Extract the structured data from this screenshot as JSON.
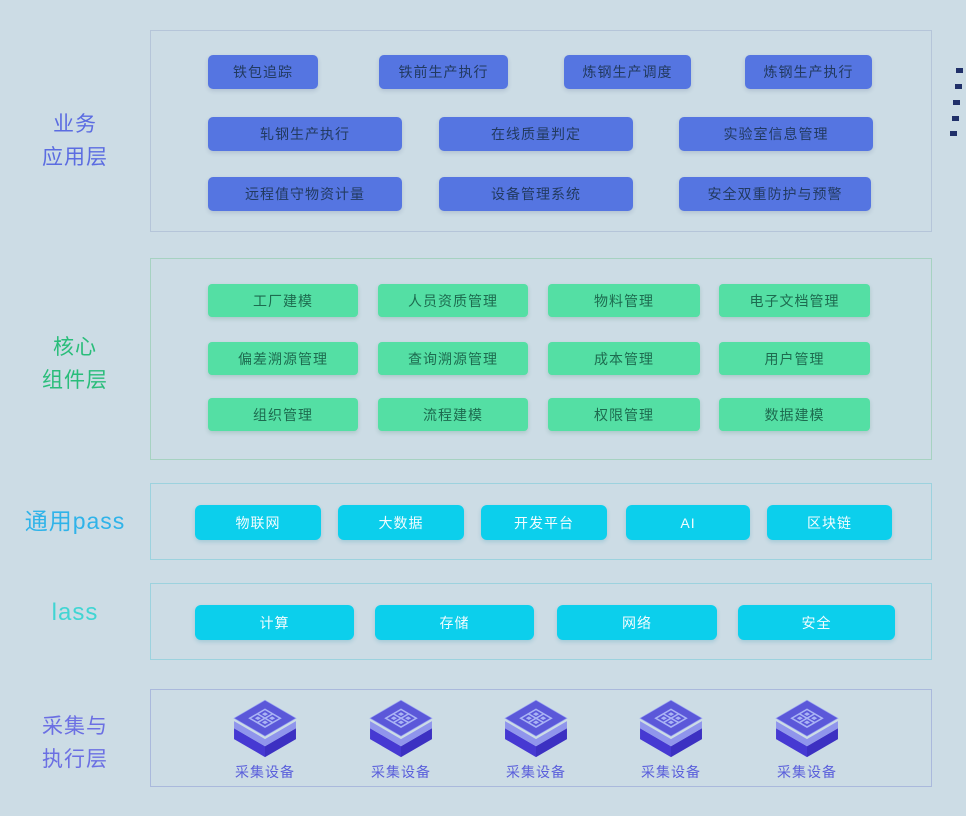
{
  "theme": {
    "page_bg": "#ccdce5",
    "panel_business_border": "#b5c5d9",
    "panel_core_border": "#a6d2c1",
    "panel_paas_border": "#9cd2de",
    "panel_edge_border": "#aab9dc",
    "business_btn_bg": "#5575e1",
    "business_btn_text": "#223a60",
    "core_btn_bg": "#54dfa4",
    "core_btn_text": "#1d6b4f",
    "cyan_btn_bg": "#0ccfec",
    "cyan_btn_text": "#f2fcfe",
    "label_business": "#5b6ce1",
    "label_core": "#29bd7a",
    "label_paas": "#2fb3e9",
    "label_iaas": "#40d5d3",
    "label_edge": "#6b6fe3",
    "device_label": "#5a5fdb",
    "dash_color": "#203069",
    "cube_top": "#5b58d9",
    "cube_band": "#9095ec",
    "cube_bottom": "#4639d2",
    "cube_glyph": "#aab4f4"
  },
  "layers": {
    "business": {
      "title_line1": "业务",
      "title_line2": "应用层",
      "buttons": [
        "铁包追踪",
        "铁前生产执行",
        "炼钢生产调度",
        "炼钢生产执行",
        "轧钢生产执行",
        "在线质量判定",
        "实验室信息管理",
        "远程值守物资计量",
        "设备管理系统",
        "安全双重防护与预警"
      ]
    },
    "core": {
      "title_line1": "核心",
      "title_line2": "组件层",
      "buttons": [
        "工厂建模",
        "人员资质管理",
        "物料管理",
        "电子文档管理",
        "偏差溯源管理",
        "查询溯源管理",
        "成本管理",
        "用户管理",
        "组织管理",
        "流程建模",
        "权限管理",
        "数据建模"
      ]
    },
    "paas": {
      "title": "通用pass",
      "buttons": [
        "物联网",
        "大数据",
        "开发平台",
        "AI",
        "区块链"
      ]
    },
    "iaas": {
      "title": "lass",
      "buttons": [
        "计算",
        "存储",
        "网络",
        "安全"
      ]
    },
    "edge": {
      "title_line1": "采集与",
      "title_line2": "执行层",
      "device_label": "采集设备",
      "device_count": 5
    }
  }
}
